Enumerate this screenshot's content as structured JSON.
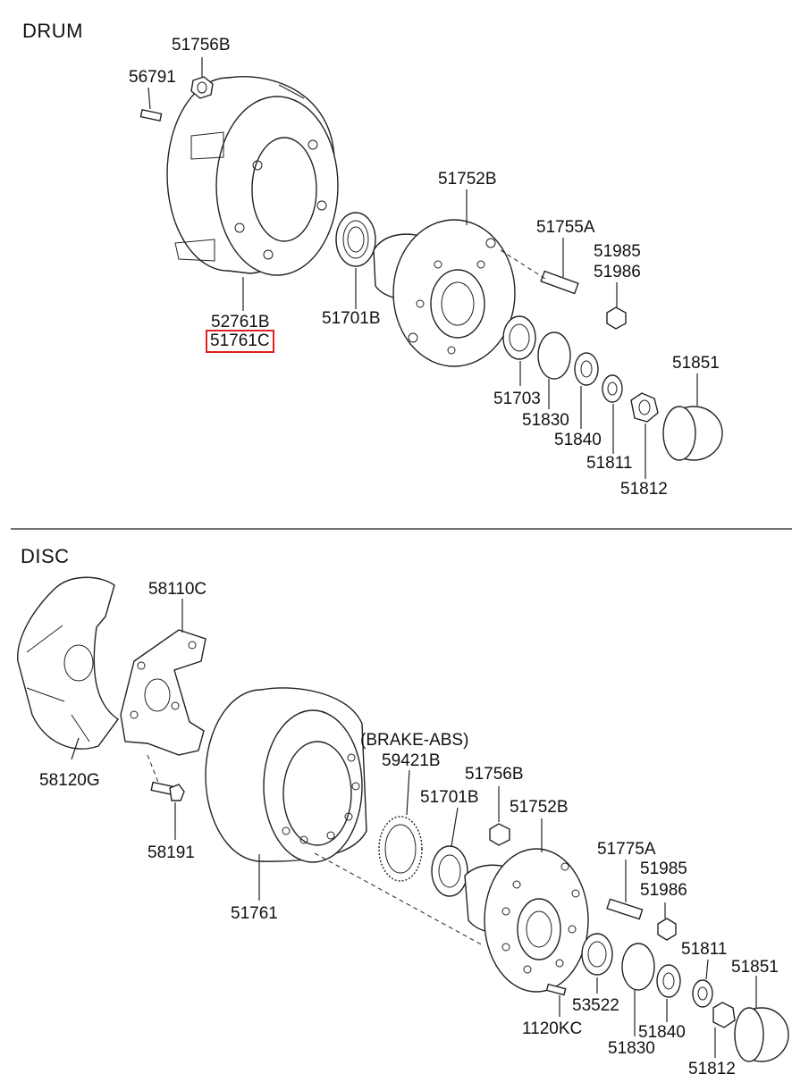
{
  "sections": {
    "drum": "DRUM",
    "disc": "DISC"
  },
  "highlight_color": "#e0201c",
  "drum_parts": {
    "p51756B": "51756B",
    "p56791": "56791",
    "p51752B": "51752B",
    "p51755A": "51755A",
    "p51985": "51985",
    "p51986": "51986",
    "p52761B": "52761B",
    "p51761C": "51761C",
    "p51701B": "51701B",
    "p51703": "51703",
    "p51830": "51830",
    "p51840": "51840",
    "p51811": "51811",
    "p51812": "51812",
    "p51851": "51851"
  },
  "disc_parts": {
    "p58110C": "58110C",
    "p58120G": "58120G",
    "p58191": "58191",
    "p51761": "51761",
    "brake_abs": "(BRAKE-ABS)",
    "p59421B": "59421B",
    "p51756B": "51756B",
    "p51701B": "51701B",
    "p51752B": "51752B",
    "p51775A": "51775A",
    "p51985": "51985",
    "p51986": "51986",
    "p51811": "51811",
    "p51851": "51851",
    "p53522": "53522",
    "p1120KC": "1120KC",
    "p51840": "51840",
    "p51830": "51830",
    "p51812": "51812"
  }
}
